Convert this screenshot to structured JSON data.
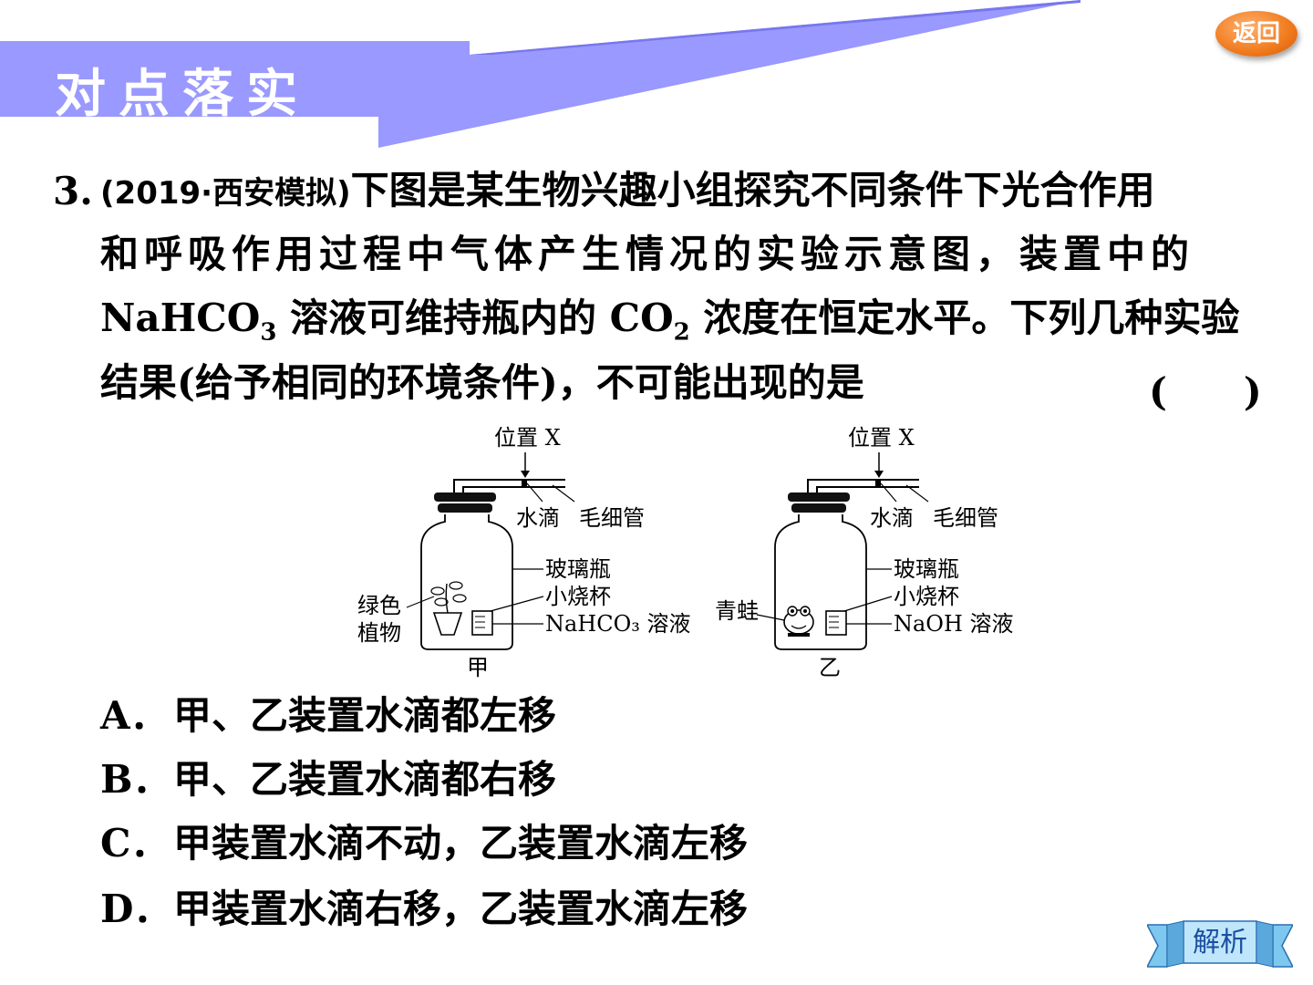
{
  "header": {
    "title": "对点落实",
    "back_label": "返回"
  },
  "question": {
    "number": "3.",
    "source": "(2019·西安模拟)",
    "line1": "下图是某生物兴趣小组探究不同条件下光合作用",
    "line2": "和呼吸作用过程中气体产生情况的实验示意图，装置中的",
    "line3_a": "NaHCO",
    "line3_sub1": "3",
    "line3_b": " 溶液可维持瓶内的 CO",
    "line3_sub2": "2",
    "line3_c": " 浓度在恒定水平。下列几种实验",
    "line4": "结果(给予相同的环境条件)，不可能出现的是",
    "paren": "(　　)"
  },
  "diagram": {
    "left": {
      "position_label": "位置 X",
      "drop_label": "水滴",
      "tube_label": "毛细管",
      "bottle_label": "玻璃瓶",
      "beaker_label": "小烧杯",
      "solution_label": "NaHCO₃ 溶液",
      "organism_label_1": "绿色",
      "organism_label_2": "植物",
      "caption": "甲"
    },
    "right": {
      "position_label": "位置 X",
      "drop_label": "水滴",
      "tube_label": "毛细管",
      "bottle_label": "玻璃瓶",
      "beaker_label": "小烧杯",
      "solution_label": "NaOH 溶液",
      "organism_label": "青蛙",
      "caption": "乙"
    }
  },
  "options": [
    {
      "letter": "A．",
      "text": "甲、乙装置水滴都左移"
    },
    {
      "letter": "B．",
      "text": "甲、乙装置水滴都右移"
    },
    {
      "letter": "C．",
      "text": "甲装置水滴不动，乙装置水滴左移"
    },
    {
      "letter": "D．",
      "text": "甲装置水滴右移，乙装置水滴左移"
    }
  ],
  "analysis_label": "解析",
  "colors": {
    "header_band": "#9999ff",
    "back_button": "#f07a1c",
    "analysis_text": "#1a4fa0"
  }
}
